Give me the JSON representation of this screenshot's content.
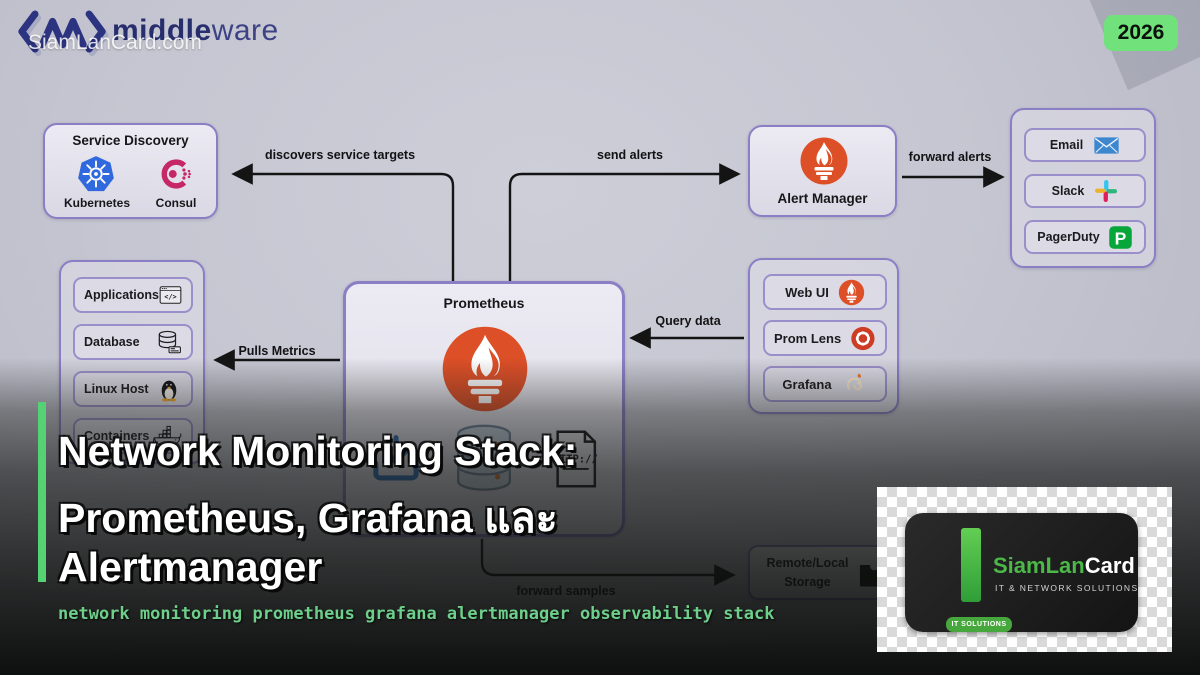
{
  "header": {
    "watermark": "SiamLanCard.com",
    "brand_bold": "middle",
    "brand_light": "ware",
    "year_badge": "2026"
  },
  "diagram": {
    "service_discovery": {
      "title": "Service Discovery",
      "items": [
        {
          "label": "Kubernetes",
          "icon": "kubernetes-icon"
        },
        {
          "label": "Consul",
          "icon": "consul-icon"
        }
      ]
    },
    "sources": {
      "items": [
        {
          "label": "Applications",
          "icon": "code-window-icon"
        },
        {
          "label": "Database",
          "icon": "database-icon"
        },
        {
          "label": "Linux Host",
          "icon": "linux-penguin-icon"
        },
        {
          "label": "Containers",
          "icon": "docker-whale-icon"
        }
      ]
    },
    "prometheus": {
      "title": "Prometheus",
      "icon": "prometheus-icon"
    },
    "alert_manager": {
      "label": "Alert Manager",
      "icon": "prometheus-icon"
    },
    "notifications": {
      "items": [
        {
          "label": "Email",
          "icon": "email-envelope-icon"
        },
        {
          "label": "Slack",
          "icon": "slack-icon"
        },
        {
          "label": "PagerDuty",
          "icon": "pagerduty-icon"
        }
      ]
    },
    "query_tools": {
      "items": [
        {
          "label": "Web UI",
          "icon": "prometheus-icon"
        },
        {
          "label": "Prom Lens",
          "icon": "promlens-icon"
        },
        {
          "label": "Grafana",
          "icon": "grafana-icon"
        }
      ]
    },
    "storage": {
      "line1": "Remote/Local",
      "line2": "Storage",
      "icon": "folder-icon"
    },
    "arrows": [
      {
        "label": "discovers service targets",
        "from": "Prometheus",
        "to": "Service Discovery"
      },
      {
        "label": "send alerts",
        "from": "Prometheus",
        "to": "Alert Manager"
      },
      {
        "label": "forward alerts",
        "from": "Alert Manager",
        "to": "Notifications"
      },
      {
        "label": "Pulls Metrics",
        "from": "Prometheus",
        "to": "Sources"
      },
      {
        "label": "Query data",
        "from": "Query tools",
        "to": "Prometheus"
      },
      {
        "label": "forward samples",
        "from": "Prometheus",
        "to": "Remote/Local Storage"
      }
    ]
  },
  "overlay": {
    "title_line1": "Network Monitoring Stack:",
    "title_line2": "Prometheus, Grafana และ",
    "title_line3": "Alertmanager",
    "keywords": "network monitoring prometheus grafana alertmanager observability stack"
  },
  "brand_card": {
    "name_green": "SiamLan",
    "name_white": "Card",
    "tagline": "IT & NETWORK SOLUTIONS",
    "badge": "IT SOLUTIONS"
  },
  "colors": {
    "accent_green": "#55d374",
    "keyword_green": "#6ecf8b",
    "badge_green": "#71e27b",
    "box_border_purple": "#8b7ec5",
    "prometheus_orange": "#dd4f27",
    "brand_navy": "#2c3380"
  }
}
